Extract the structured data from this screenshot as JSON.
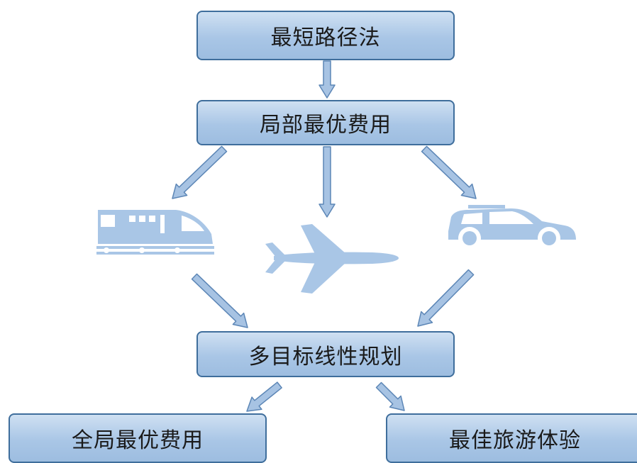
{
  "nodes": {
    "shortest_path": "最短路径法",
    "local_optimal_cost": "局部最优费用",
    "multi_objective_lp": "多目标线性规划",
    "global_optimal_cost": "全局最优费用",
    "best_travel_experience": "最佳旅游体验"
  },
  "icons": [
    "train-icon",
    "airplane-icon",
    "car-icon"
  ],
  "colors": {
    "box_fill": "#a9c6e6",
    "box_border": "#3f6e9c",
    "arrow_fill": "#a7c3e3",
    "arrow_stroke": "#5c86b6",
    "icon_fill": "#a9c6e6"
  }
}
